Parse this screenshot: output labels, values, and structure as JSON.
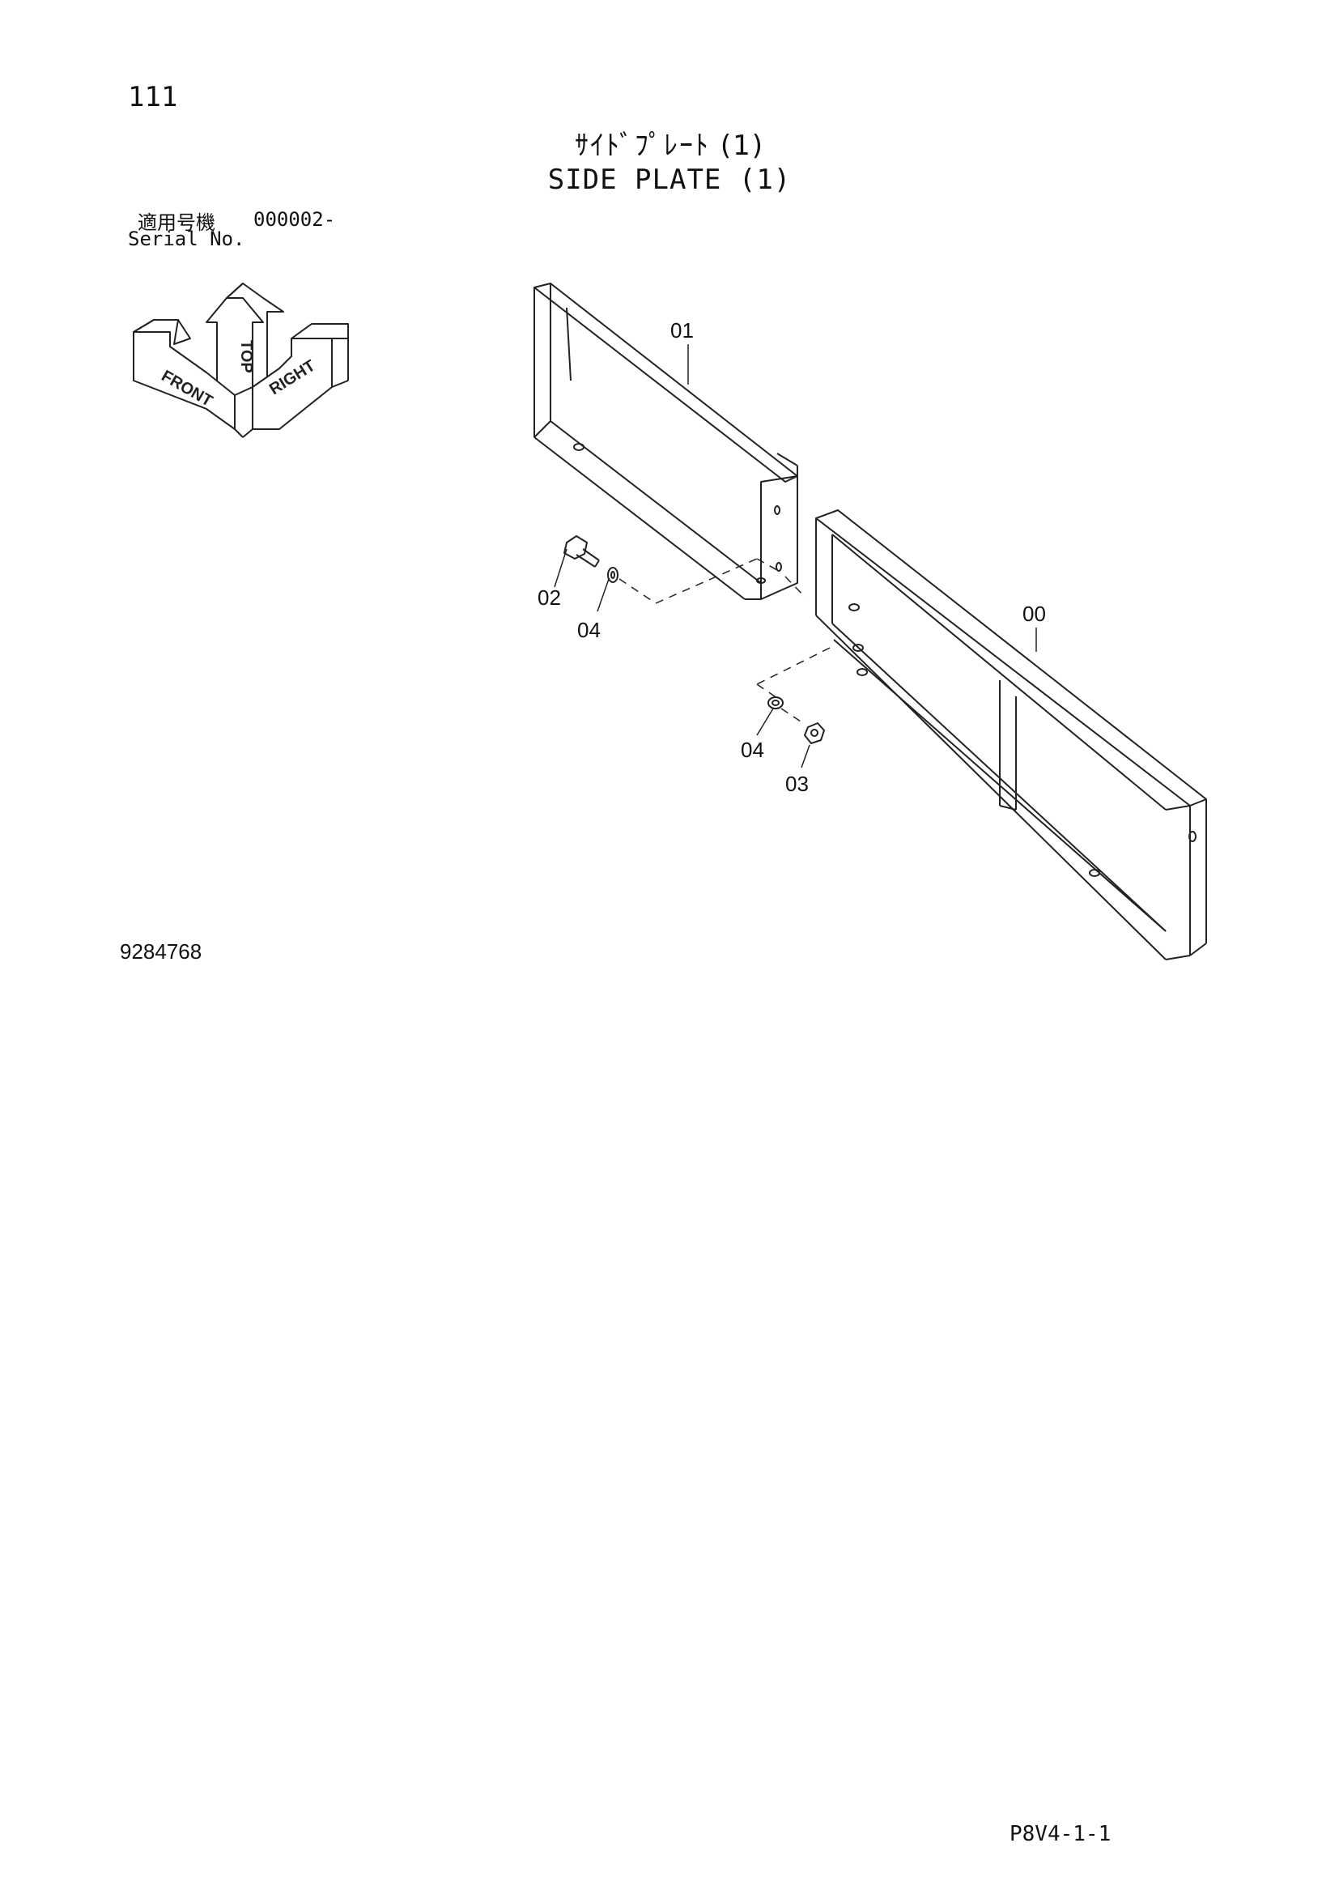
{
  "page": {
    "number": "111",
    "title_jp": "ｻｲﾄﾞﾌﾟﾚｰﾄ (1)",
    "title_en": "SIDE PLATE (1)"
  },
  "serial": {
    "label_jp": "適用号機",
    "value": "000002-",
    "label_en": "Serial No."
  },
  "orientation": {
    "top": "TOP",
    "front": "FRONT",
    "right": "RIGHT"
  },
  "callouts": {
    "c00": "00",
    "c01": "01",
    "c02": "02",
    "c03": "03",
    "c04a": "04",
    "c04b": "04"
  },
  "drawing_number": "9284768",
  "footer_code": "P8V4-1-1"
}
